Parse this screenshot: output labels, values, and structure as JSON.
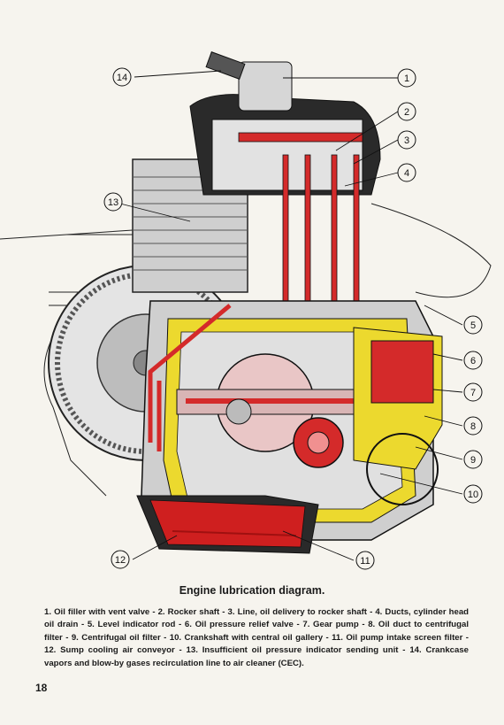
{
  "caption": {
    "title": "Engine lubrication diagram.",
    "items": [
      {
        "num": "1.",
        "text": "Oil filler with vent valve"
      },
      {
        "num": "2.",
        "text": "Rocker shaft"
      },
      {
        "num": "3.",
        "text": "Line, oil delivery to rocker shaft"
      },
      {
        "num": "4.",
        "text": "Ducts, cylinder head oil drain"
      },
      {
        "num": "5.",
        "text": "Level indicator rod"
      },
      {
        "num": "6.",
        "text": "Oil pressure relief valve"
      },
      {
        "num": "7.",
        "text": "Gear pump"
      },
      {
        "num": "8.",
        "text": "Oil duct to centrifugal filter"
      },
      {
        "num": "9.",
        "text": "Centrifugal oil filter"
      },
      {
        "num": "10.",
        "text": "Crankshaft with central oil gallery"
      },
      {
        "num": "11.",
        "text": "Oil pump intake screen filter"
      },
      {
        "num": "12.",
        "text": "Sump cooling air conveyor"
      },
      {
        "num": "13.",
        "text": "Insufficient oil pressure indicator sending unit"
      },
      {
        "num": "14.",
        "text": "Crankcase vapors and blow-by gases recirculation line to air cleaner (CEC)."
      }
    ]
  },
  "callouts": [
    "1",
    "2",
    "3",
    "4",
    "5",
    "6",
    "7",
    "8",
    "9",
    "10",
    "11",
    "12",
    "13",
    "14"
  ],
  "page_number": "18",
  "colors": {
    "oil": "#d42a2a",
    "oil_sump": "#cf1f1f",
    "gallery": "#ecd92e",
    "metal": "#c9c9c9",
    "dark": "#1b1b1b",
    "paper": "#f6f4ee"
  }
}
